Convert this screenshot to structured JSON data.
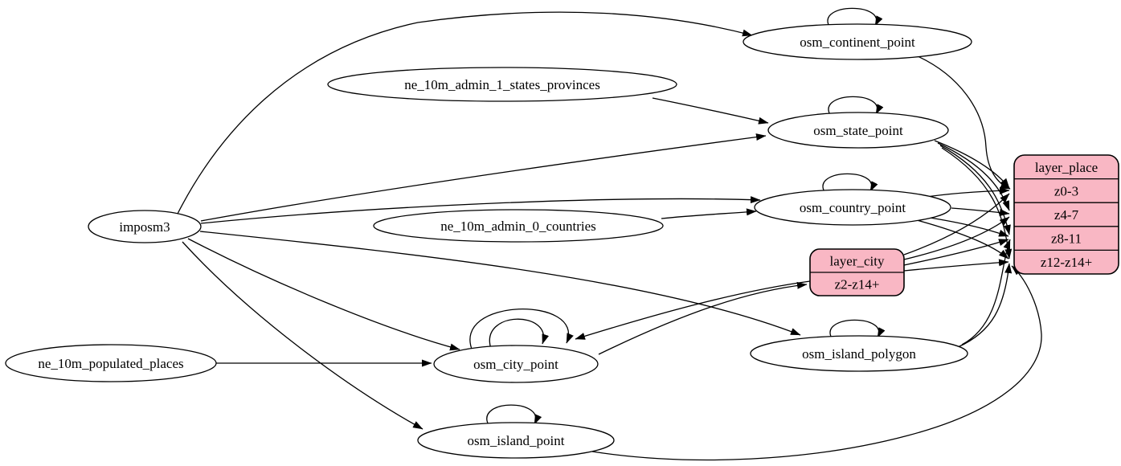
{
  "diagram": {
    "type": "etl-dependency-graph",
    "colors": {
      "background": "#ffffff",
      "node_fill": "#ffffff",
      "record_fill": "#f9b7c4",
      "stroke": "#000000"
    },
    "nodes": [
      {
        "id": "imposm3",
        "label": "imposm3",
        "shape": "ellipse"
      },
      {
        "id": "ne_10m_admin_1_states_provinces",
        "label": "ne_10m_admin_1_states_provinces",
        "shape": "ellipse"
      },
      {
        "id": "ne_10m_admin_0_countries",
        "label": "ne_10m_admin_0_countries",
        "shape": "ellipse"
      },
      {
        "id": "ne_10m_populated_places",
        "label": "ne_10m_populated_places",
        "shape": "ellipse"
      },
      {
        "id": "osm_continent_point",
        "label": "osm_continent_point",
        "shape": "ellipse"
      },
      {
        "id": "osm_state_point",
        "label": "osm_state_point",
        "shape": "ellipse"
      },
      {
        "id": "osm_country_point",
        "label": "osm_country_point",
        "shape": "ellipse"
      },
      {
        "id": "osm_city_point",
        "label": "osm_city_point",
        "shape": "ellipse"
      },
      {
        "id": "osm_island_polygon",
        "label": "osm_island_polygon",
        "shape": "ellipse"
      },
      {
        "id": "osm_island_point",
        "label": "osm_island_point",
        "shape": "ellipse"
      }
    ],
    "records": [
      {
        "id": "layer_city",
        "title": "layer_city",
        "rows": [
          "z2-z14+"
        ]
      },
      {
        "id": "layer_place",
        "title": "layer_place",
        "rows": [
          "z0-3",
          "z4-7",
          "z8-11",
          "z12-z14+"
        ]
      }
    ],
    "edges": [
      {
        "from": "imposm3",
        "to": "osm_continent_point"
      },
      {
        "from": "ne_10m_admin_1_states_provinces",
        "to": "osm_state_point"
      },
      {
        "from": "imposm3",
        "to": "osm_state_point"
      },
      {
        "from": "imposm3",
        "to": "osm_country_point"
      },
      {
        "from": "ne_10m_admin_0_countries",
        "to": "osm_country_point"
      },
      {
        "from": "ne_10m_populated_places",
        "to": "osm_city_point"
      },
      {
        "from": "imposm3",
        "to": "osm_city_point"
      },
      {
        "from": "imposm3",
        "to": "osm_island_polygon"
      },
      {
        "from": "imposm3",
        "to": "osm_island_point"
      },
      {
        "from": "osm_continent_point",
        "to": "osm_continent_point",
        "self": true
      },
      {
        "from": "osm_state_point",
        "to": "osm_state_point",
        "self": true
      },
      {
        "from": "osm_country_point",
        "to": "osm_country_point",
        "self": true
      },
      {
        "from": "osm_city_point",
        "to": "osm_city_point",
        "self": true,
        "variant": "outer"
      },
      {
        "from": "osm_city_point",
        "to": "osm_city_point",
        "self": true,
        "variant": "inner"
      },
      {
        "from": "osm_island_polygon",
        "to": "osm_island_polygon",
        "self": true
      },
      {
        "from": "osm_island_point",
        "to": "osm_island_point",
        "self": true
      },
      {
        "from": "osm_continent_point",
        "to": "layer_place",
        "to_port": "z0-3"
      },
      {
        "from": "osm_state_point",
        "to": "layer_place",
        "to_port": "z0-3"
      },
      {
        "from": "osm_state_point",
        "to": "layer_place",
        "to_port": "z4-7"
      },
      {
        "from": "osm_state_point",
        "to": "layer_place",
        "to_port": "z8-11"
      },
      {
        "from": "osm_state_point",
        "to": "layer_place",
        "to_port": "z12-z14+"
      },
      {
        "from": "osm_country_point",
        "to": "layer_place",
        "to_port": "z0-3"
      },
      {
        "from": "osm_country_point",
        "to": "layer_place",
        "to_port": "z4-7"
      },
      {
        "from": "osm_country_point",
        "to": "layer_place",
        "to_port": "z8-11"
      },
      {
        "from": "osm_country_point",
        "to": "layer_place",
        "to_port": "z12-z14+"
      },
      {
        "from": "osm_city_point",
        "to": "layer_city",
        "to_port": "z2-z14+"
      },
      {
        "from": "layer_city",
        "from_port": "z2-z14+",
        "to": "osm_city_point"
      },
      {
        "from": "layer_city",
        "to": "layer_place",
        "to_port": "z0-3"
      },
      {
        "from": "layer_city",
        "to": "layer_place",
        "to_port": "z4-7"
      },
      {
        "from": "layer_city",
        "to": "layer_place",
        "to_port": "z8-11"
      },
      {
        "from": "layer_city",
        "to": "layer_place",
        "to_port": "z12-z14+"
      },
      {
        "from": "osm_island_polygon",
        "to": "layer_place",
        "to_port": "z8-11"
      },
      {
        "from": "osm_island_polygon",
        "to": "layer_place",
        "to_port": "z12-z14+"
      },
      {
        "from": "osm_island_point",
        "to": "layer_place",
        "to_port": "z12-z14+"
      }
    ]
  }
}
